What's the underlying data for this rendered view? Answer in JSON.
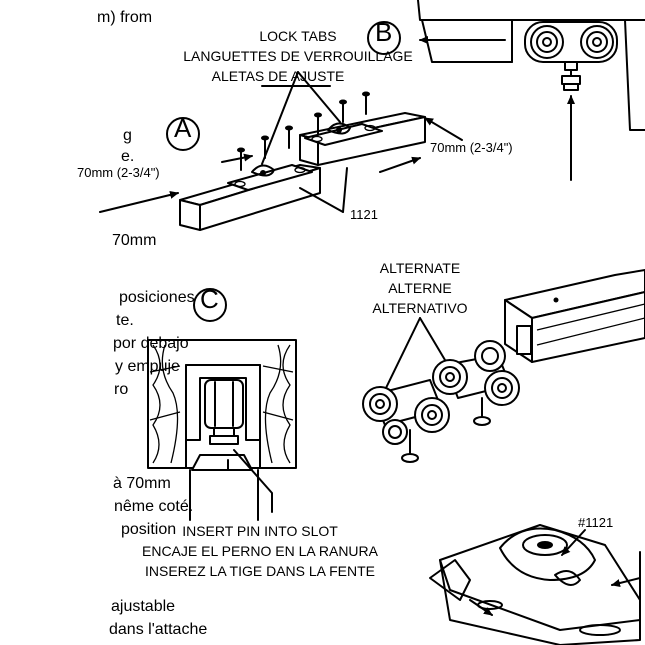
{
  "left_text": [
    "m) from",
    "g",
    "e.",
    "70mm",
    "posiciones",
    "te.",
    "por debajo",
    "y empuje",
    "ro",
    "à 70mm",
    "nême coté.",
    "position",
    "ajustable",
    "dans l'attache"
  ],
  "lock_tabs": {
    "en": "LOCK TABS",
    "fr": "LANGUETTES DE VERROUILLAGE",
    "es": "ALETAS DE AJUSTE"
  },
  "labels": {
    "circle_a": "A",
    "circle_b": "B",
    "circle_c": "C",
    "dim_left": "70mm (2-3/4\")",
    "dim_right": "70mm (2-3/4\")",
    "part_1121": "1121",
    "part_1121_hash": "#1121"
  },
  "alternate": {
    "en": "ALTERNATE",
    "fr": "ALTERNE",
    "es": "ALTERNATIVO"
  },
  "insert_pin": {
    "en": "INSERT PIN INTO SLOT",
    "es": "ENCAJE EL PERNO EN LA RANURA",
    "fr": "INSEREZ LA TIGE DANS LA FENTE"
  }
}
